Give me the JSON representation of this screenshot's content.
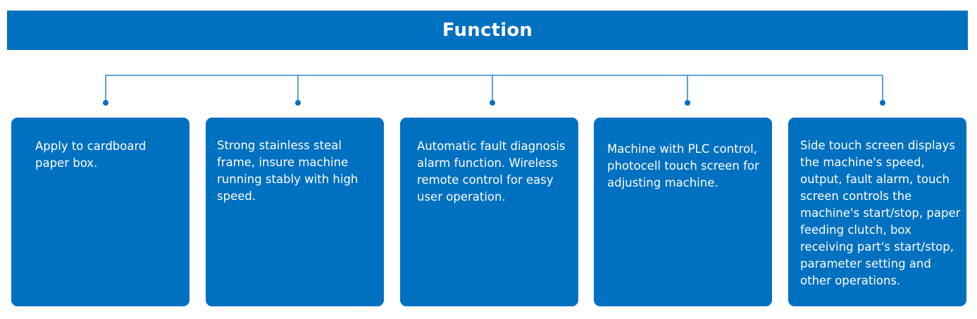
{
  "header": {
    "title": "Function"
  },
  "colors": {
    "primary": "#0070c0",
    "text_on_primary": "#ffffff",
    "page_background": "#ffffff"
  },
  "cards": [
    {
      "text": "Apply to cardboard paper box."
    },
    {
      "text": "Strong stainless steal frame, insure machine running stably with high speed."
    },
    {
      "text": "Automatic fault diagnosis alarm function. Wireless remote control for easy user operation."
    },
    {
      "text": "Machine with PLC control, photocell touch screen for adjusting machine."
    },
    {
      "text": "Side touch screen displays the machine's speed, output, fault alarm, touch screen controls the machine's start/stop, paper feeding clutch, box receiving part's start/stop, parameter setting and other operations."
    }
  ]
}
